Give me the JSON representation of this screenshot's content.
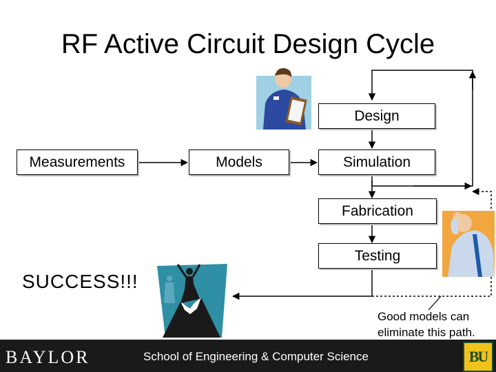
{
  "title": "RF Active Circuit Design Cycle",
  "boxes": {
    "design": "Design",
    "measurements": "Measurements",
    "models": "Models",
    "simulation": "Simulation",
    "fabrication": "Fabrication",
    "testing": "Testing"
  },
  "success": "SUCCESS!!!",
  "note": {
    "line1": "Good models can",
    "line2": "eliminate this path."
  },
  "footer": {
    "logo_text": "BAYLOR",
    "school": "School of Engineering & Computer Science",
    "badge_letters": "BU"
  },
  "colors": {
    "footer_bg": "#1a1a1a",
    "baylor_green": "#1d4c2b",
    "baylor_gold": "#f1c21b"
  },
  "icons": [
    "person-with-clipboard-icon",
    "frustrated-person-icon",
    "mountain-summit-icon",
    "baylor-bu-logo-icon"
  ]
}
